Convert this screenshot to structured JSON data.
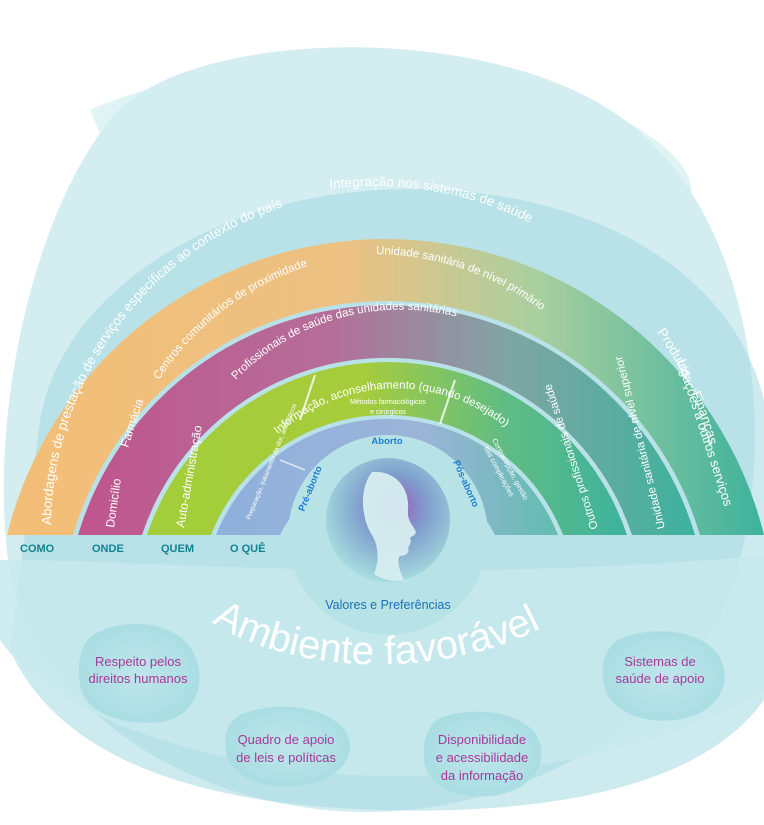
{
  "diagram": {
    "colors": {
      "como_arc": "#e8b66e",
      "onde_arc": "#b9638f",
      "quem_arc": "#9dc637",
      "oque_arc": "#97b2d8",
      "teal_arc": "#46b4a3",
      "row_labels": "#12848f",
      "phase_labels": "#1f7ecf",
      "purple_text": "#a8389b",
      "background": "#bfe6ea"
    },
    "row_labels": [
      "COMO",
      "ONDE",
      "QUEM",
      "O QUÊ"
    ],
    "como_arc": {
      "left": "Abordagens de prestação de serviços específicas ao contexto do país",
      "right": "Integração nos sistemas de saúde",
      "right_2": "Produtos",
      "right_3": "Finanças",
      "right_4": "Ligações a outros serviços"
    },
    "onde_arc": {
      "left_1": "Domicílio",
      "left_2": "Farmácia",
      "left_3": "Centros comunitários de proximidade",
      "right_1": "Unidade sanitária de nível primário",
      "right_2": "Unidade sanitária de nível superior"
    },
    "quem_arc": {
      "left": "Auto-administração",
      "main": "Profissionais de saúde das unidades sanitárias",
      "right": "Outros profissionais de saúde"
    },
    "oque_arc": {
      "main": "Informação, aconselhamento (quando desejado)",
      "left_small": "Preparação, tratamento da dor, antibióticos",
      "center_small_1": "Métodos farmacológicos",
      "center_small_2": "e cirúrgicos",
      "right_small_1": "Contracepção, gestão",
      "right_small_2": "das complicações",
      "phases": [
        "Pré-aborto",
        "Aborto",
        "Pós-aborto"
      ]
    },
    "center_label": "Valores e Preferências",
    "environment_title": "Ambiente favorável",
    "bubbles": [
      {
        "line1": "Respeito pelos",
        "line2": "direitos humanos",
        "line3": ""
      },
      {
        "line1": "Quadro de apoio",
        "line2": "de leis e políticas",
        "line3": ""
      },
      {
        "line1": "Disponibilidade",
        "line2": "e acessibilidade",
        "line3": "da informação"
      },
      {
        "line1": "Sistemas de",
        "line2": "saúde de apoio",
        "line3": ""
      }
    ]
  }
}
